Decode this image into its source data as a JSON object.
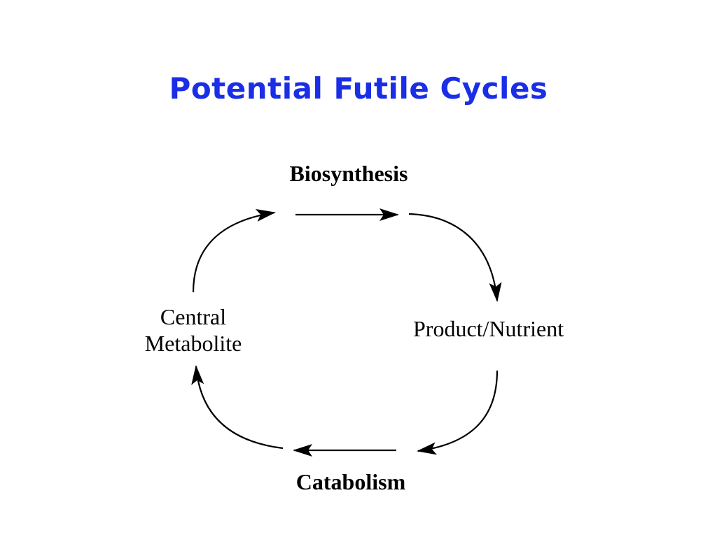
{
  "slide": {
    "title": "Potential Futile Cycles",
    "title_color": "#1a2ee6"
  },
  "diagram": {
    "nodes": {
      "top": "Biosynthesis",
      "right": "Product/Nutrient",
      "bottom": "Catabolism",
      "left_line1": "Central",
      "left_line2": "Metabolite"
    }
  }
}
